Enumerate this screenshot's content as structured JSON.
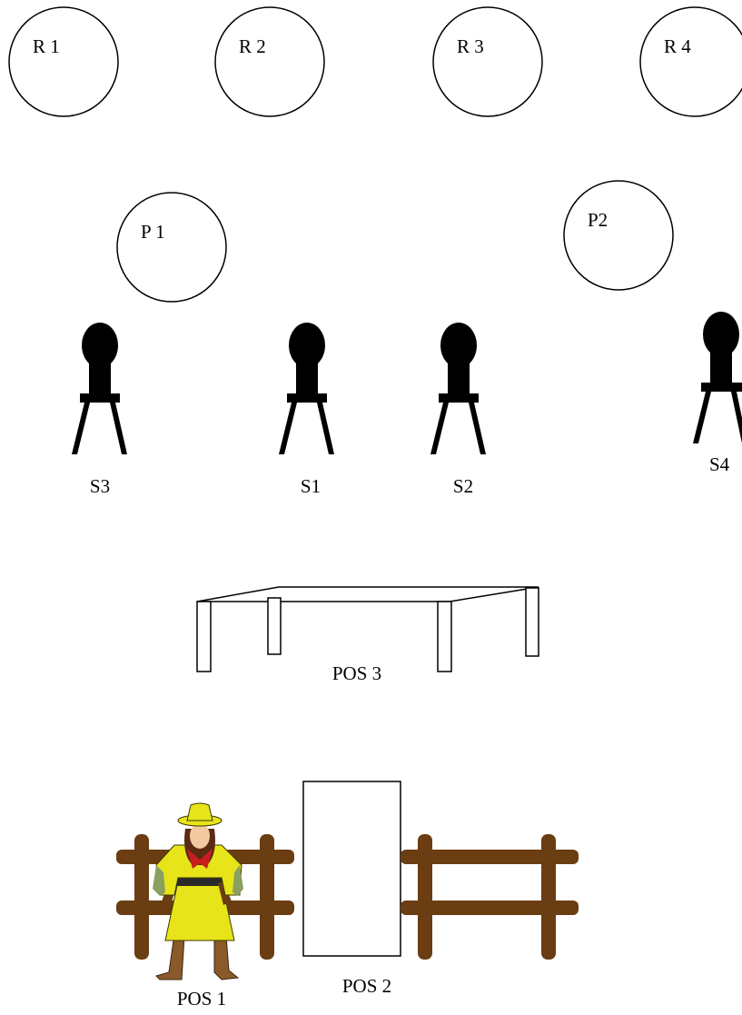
{
  "targets": {
    "reactive": [
      {
        "label": "R 1"
      },
      {
        "label": "R 2"
      },
      {
        "label": "R 3"
      },
      {
        "label": "R 4"
      }
    ],
    "poppers": [
      {
        "label": "P 1"
      },
      {
        "label": "P2"
      }
    ],
    "steel": [
      {
        "label": "S3"
      },
      {
        "label": "S1"
      },
      {
        "label": "S2"
      },
      {
        "label": "S4"
      }
    ]
  },
  "positions": {
    "pos1": {
      "label": "POS 1"
    },
    "pos2": {
      "label": "POS 2"
    },
    "pos3": {
      "label": "POS 3"
    }
  },
  "colors": {
    "fence": "#6b3d12",
    "steel_target": "#000000",
    "cowgirl_dress": "#e8e41a",
    "cowgirl_hat": "#e8e41a",
    "bandana": "#c81e1e",
    "boots": "#8a5a2b"
  },
  "icons": [
    "steel-target-icon",
    "table-icon",
    "door-icon",
    "fence-icon",
    "cowgirl-figure"
  ]
}
